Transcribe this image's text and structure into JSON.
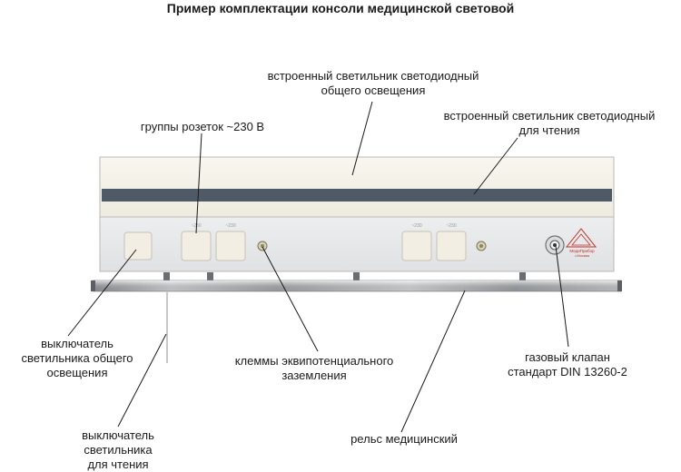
{
  "title": "Пример комплектации консоли медицинской световой",
  "labels": {
    "general_light": [
      "встроенный светильник светодиодный",
      "общего освещения"
    ],
    "sockets": [
      "группы розеток ~230 В"
    ],
    "reading_light": [
      "встроенный светильник светодиодный",
      "для чтения"
    ],
    "switch_general": [
      "выключатель",
      "светильника общего",
      "освещения"
    ],
    "grounding": [
      "клеммы эквипотенциального",
      "заземления"
    ],
    "gas_valve": [
      "газовый клапан",
      "стандарт DIN 13260-2"
    ],
    "switch_reading": [
      "выключатель",
      "светильника",
      "для чтения"
    ],
    "rail": [
      "рельс медицинский"
    ]
  },
  "device": {
    "socket_label": "~230",
    "logo_text": [
      "МедиПрибор",
      "г.Москва"
    ]
  },
  "colors": {
    "panel": "#e8e9ea",
    "light_diffuser": "#f5f3ea",
    "reading_strip": "#4e5b66",
    "socket": "#f2eee4",
    "rail": "#c9ccd0",
    "logo": "#c03028"
  }
}
